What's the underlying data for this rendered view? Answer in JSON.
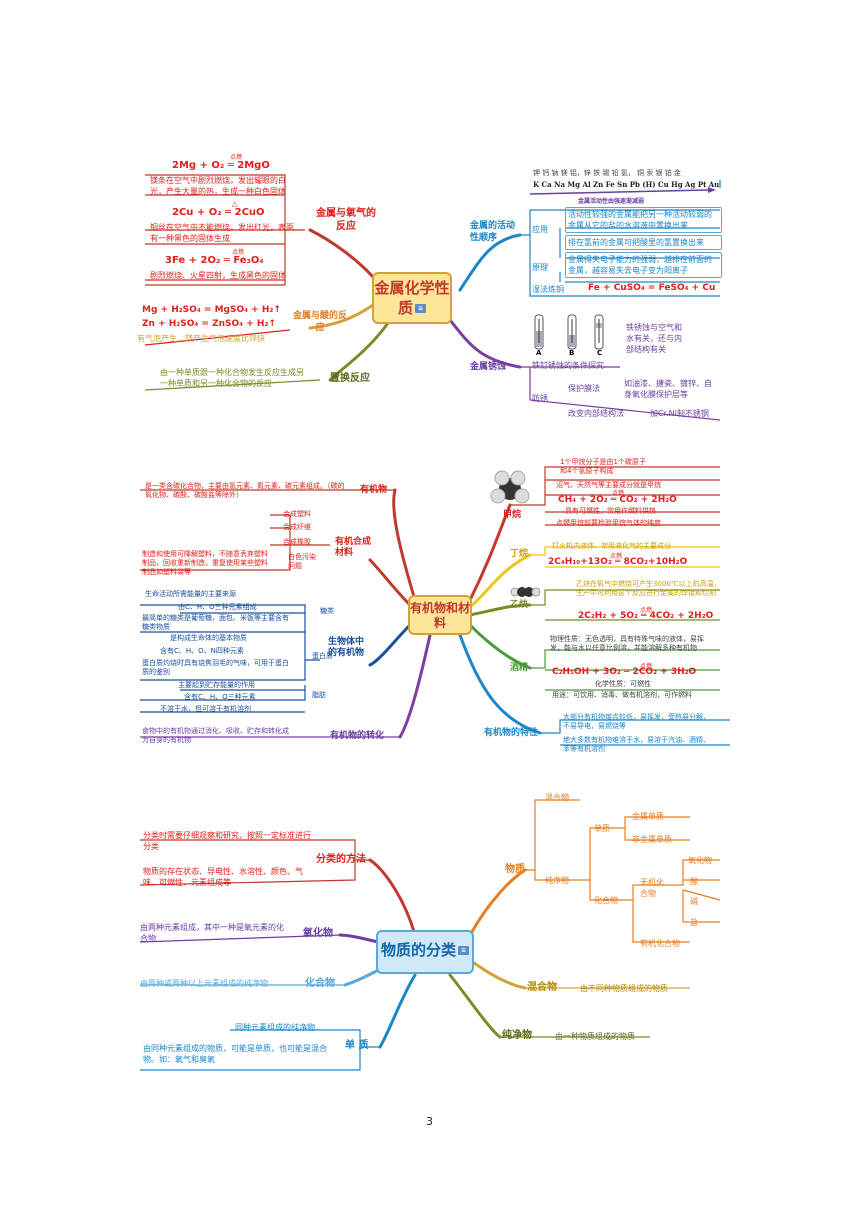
{
  "m1": {
    "center": "金属化学性质",
    "o2": {
      "label": "金属与氧气的反应",
      "eq1": "2Mg + O₂ ═ 2MgO",
      "c1": "点燃",
      "n1": "镁条在空气中剧烈燃烧，发出耀眼的白光，产生大量的热，生成一种白色固体",
      "eq2": "2Cu + O₂ ═ 2CuO",
      "c2": "△",
      "n2": "铜丝在空气中不能燃烧，发出红光，表面有一种黑色的固体生成",
      "eq3": "3Fe + 2O₂ ═ Fe₃O₄",
      "c3": "点燃",
      "n3": "剧烈燃烧、火星四射，生成黑色的固体"
    },
    "acid": {
      "label": "金属与酸的反应",
      "eq1": "Mg + H₂SO₄ = MgSO₄ + H₂↑",
      "eq2": "Zn + H₂SO₄ = ZnSO₄ + H₂↑",
      "n": "有气泡产生，镁产生气泡速度比锌快"
    },
    "disp": {
      "label": "置换反应",
      "n": "由一种单质跟一种化合物发生反应生成另一种单质和另一种化合物的反应"
    },
    "act": {
      "label": "金属的活动性顺序",
      "series_cn": "钾 钙 钠 镁 铝，锌 铁 锡 铅 氢， 铜 汞 银 铂 金",
      "series": "K Ca Na Mg Al Zn Fe Sn Pb (H) Cu Hg Ag Pt Au",
      "trend": "金属活动性由强逐渐减弱",
      "app": "应用",
      "app1": "活动性较强的金属能把另一种活动较弱的金属从它的盐的水溶液中置换出来",
      "app2": "排在氢前的金属可把酸里的氢置换出来",
      "pri": "原理",
      "pri1": "金属得失电子能力的强弱，越排在前面的金属，越容易失去电子变为阳离子",
      "wet": "湿法炼铜",
      "wet_eq": "Fe + CuSO₄ = FeSO₄ + Cu"
    },
    "rust": {
      "label": "金属锈蚀",
      "cond": "铁钉锈蚀的条件探究",
      "abc": [
        "A",
        "B",
        "C"
      ],
      "cond_n": "铁锈蚀与空气和水有关，还与内部结构有关",
      "prevent": "防锈",
      "prot": "保护膜法",
      "prot_n": "如油漆、搪瓷、镀锌、自身氧化膜保护层等",
      "inner": "改变内部结构法",
      "inner_n": "加Cr.Ni制不锈钢"
    }
  },
  "m2": {
    "center": "有机物和材料",
    "org": {
      "label": "有机物",
      "n": "是一类含碳化合物，主要由氢元素、氮元素、碳元素组成。（碳的氧化物、碳酸、碳酸盐等除外）"
    },
    "syn": {
      "label": "有机合成材料",
      "items": [
        "合成塑料",
        "合成纤维",
        "合成橡胶"
      ],
      "n": "制造和使用可降解塑料，不随意丢弃塑料制品，回收重新制造，重复使用某些塑料制品如塑料袋等",
      "w": "白色污染问题"
    },
    "life": {
      "label": "生物体中的有机物",
      "sugar": "糖类",
      "s1": "生命活动所需能量的主要来源",
      "s2": "由C、H、O三种元素组成",
      "s3": "最简单的糖类是葡萄糖，面包、米饭等主要含有糖类物质",
      "protein": "蛋白质",
      "p1": "是构成生命体的基本物质",
      "p2": "含有C、H、O、N四种元素",
      "p3": "蛋白质灼烧时具有烧焦羽毛的气味，可用于蛋白质的鉴别",
      "fat": "脂肪",
      "f1": "主要起到贮存能量的作用",
      "f2": "含有C、H、O三种元素",
      "f3": "不溶于水，但可溶于有机溶剂"
    },
    "conv": {
      "label": "有机物的转化",
      "n": "食物中的有机物通过消化、吸收、贮存和转化成为自身的有机物"
    },
    "methane": {
      "label": "甲烷",
      "n1": "1个甲烷分子是由1个碳原子和4个氢原子构成",
      "n2": "沼气、天然气等主要成分就是甲烷",
      "eq": "CH₄ + 2O₂ ═ CO₂ + 2H₂O",
      "cond": "点燃",
      "n3": "具有可燃性，常用作燃料供热",
      "n4": "点燃甲烷前要检验甲烷气体的纯度"
    },
    "butane": {
      "label": "丁烷",
      "n": "打火机内液体、常用液化气的主要成分",
      "eq": "2C₄H₁₀+13O₂ ═ 8CO₂+10H₂O",
      "cond": "点燃"
    },
    "acet": {
      "label": "乙炔",
      "n": "乙炔在氧气中燃烧可产生3000℃以上的高温，生产中可利用这个反应进行金属的焊接和切割",
      "eq": "2C₂H₂ + 5O₂ ═ 4CO₂ + 2H₂O",
      "cond": "点燃"
    },
    "alcohol": {
      "label": "酒精",
      "n1": "物理性质：无色透明，具有特殊气味的液体，易挥发，能与水以任意比例溶，并能溶解多种有机物",
      "eq": "C₂H₅OH + 3O₂ ═ 2CO₂ + 3H₂O",
      "cond": "点燃",
      "chem": "化学性质：可燃性",
      "use": "用途：可饮用、消毒、做有机溶剂，可作燃料"
    },
    "prop": {
      "label": "有机物的特性",
      "n1": "大部分有机物熔点较低，易挥发，受热易分解，不易导电，易燃烧等",
      "n2": "绝大多数有机物难溶于水，易溶于汽油、酒精、苯等有机溶剂"
    }
  },
  "m3": {
    "center": "物质的分类",
    "method": {
      "label": "分类的方法",
      "n1": "分类时需要仔细观察和研究，按照一定标准进行分类",
      "n2": "物质的存在状态、导电性、水溶性、颜色、气味、可燃性、元素组成等"
    },
    "oxide": {
      "label": "氧化物",
      "n": "由两种元素组成，其中一种是氧元素的化合物"
    },
    "comp": {
      "label": "化合物",
      "n": "由两种或两种以上元素组成的纯净物"
    },
    "elem": {
      "label": "单 质",
      "n1": "同种元素组成的纯净物",
      "n2": "由同种元素组成的物质，可能是单质，也可能是混合物。如：氧气和臭氧"
    },
    "mat": {
      "label": "物质",
      "mix": "混合物",
      "pure": "纯净物",
      "single": "单质",
      "metal": "金属单质",
      "nonmetal": "非金属单质",
      "compound": "化合物",
      "inorg": "无机化合物",
      "oxide": "氧化物",
      "acid": "酸",
      "base": "碱",
      "salt": "盐",
      "organic": "有机化合物"
    },
    "mixt": {
      "label": "混合物",
      "n": "由不同种物质组成的物质"
    },
    "puret": {
      "label": "纯净物",
      "n": "由一种物质组成的物质"
    }
  },
  "page": "3"
}
